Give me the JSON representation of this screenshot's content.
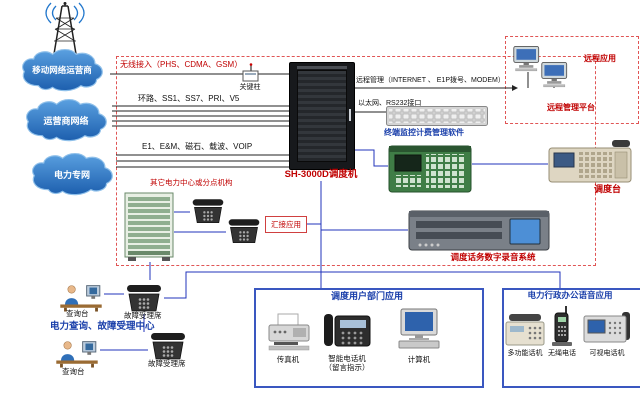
{
  "diagram": {
    "clouds": {
      "mobile": "移动网络运营商",
      "carrier": "运营商网络",
      "power": "电力专网"
    },
    "switch": {
      "label": "SH-3000D调度机"
    },
    "links": {
      "wireless": "无线接入（PHS、CDMA、GSM）",
      "antenna_pole": "关键柱",
      "trunks": "环路、SS1、SS7、PRI、V5",
      "power_trunks": "E1、E&M、磁石、载波、VOIP",
      "remote_mgmt": "远程管理（INTERNET 、 E1P拨号、MODEM）",
      "ethernet": "以太网、RS232接口"
    },
    "remote": {
      "app": "远程应用",
      "platform": "远程管理平台"
    },
    "terminal_software": "终端监控计费管理软件",
    "dispatcher_console": "调度台",
    "recorder": "调度话务数字录音系统",
    "tandem": {
      "other_centers": "其它电力中心或分点机构",
      "app": "汇接应用"
    },
    "call_center": {
      "title": "电力查询、故障受理中心",
      "query_desk": "查询台",
      "fault_desk": "故障受理席"
    },
    "dept_box": {
      "title": "调度用户部门应用",
      "fax": "传真机",
      "smart_phone_line1": "智能电话机",
      "smart_phone_line2": "（留言指示）",
      "computer": "计算机"
    },
    "office_box": {
      "title": "电力行政办公语音应用",
      "multi_phone": "多功能话机",
      "cordless_phone": "无绳电话",
      "video_phone": "可视电话机"
    }
  }
}
